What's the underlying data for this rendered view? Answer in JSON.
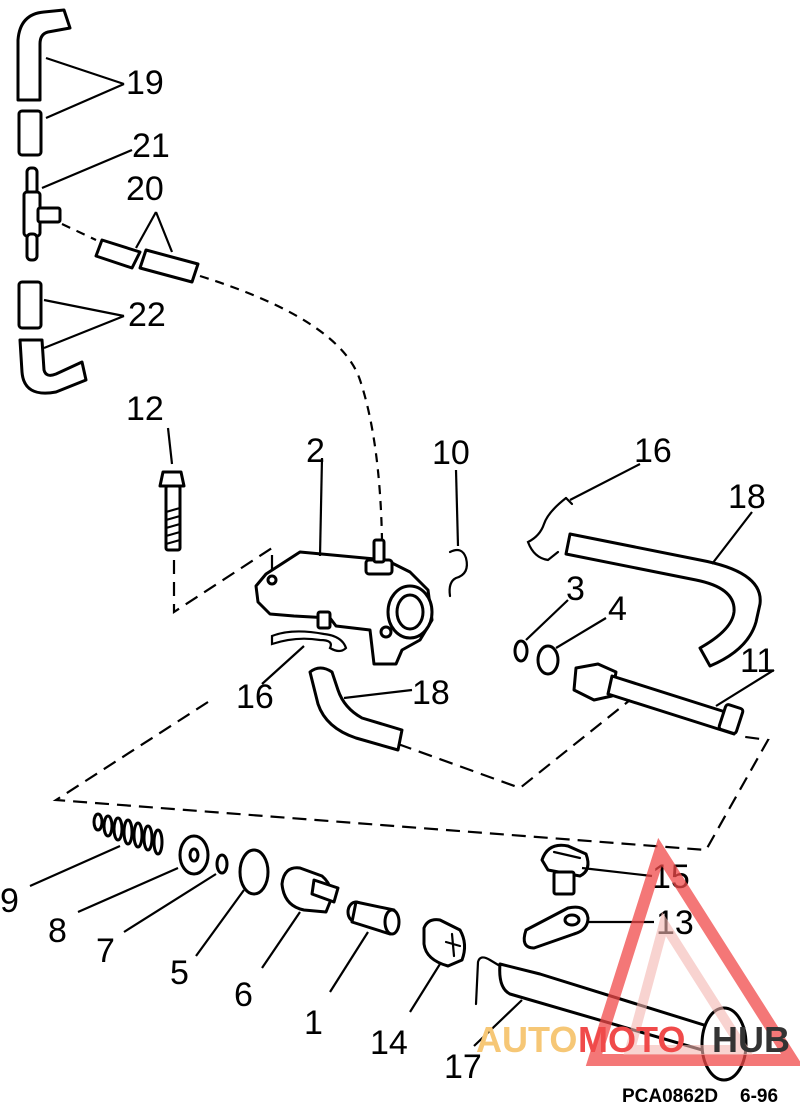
{
  "callouts": {
    "c19": "19",
    "c21": "21",
    "c20": "20",
    "c22": "22",
    "c12": "12",
    "c2": "2",
    "c10": "10",
    "c16_top": "16",
    "c18_top": "18",
    "c3": "3",
    "c4": "4",
    "c11": "11",
    "c16_mid": "16",
    "c18_mid": "18",
    "c9": "9",
    "c8": "8",
    "c7": "7",
    "c5": "5",
    "c6": "6",
    "c1": "1",
    "c14": "14",
    "c15": "15",
    "c13": "13",
    "c17": "17"
  },
  "footer": {
    "code": "PCA0862D",
    "date": "6-96"
  },
  "watermark": {
    "text_auto": "AUTO",
    "text_moto": "MOTO",
    "text_hub": "HUB",
    "color_main": "#f04a4a",
    "color_light": "#f4b6b0",
    "color_text_yellow": "#f6c776",
    "color_text_dark": "#333333"
  }
}
